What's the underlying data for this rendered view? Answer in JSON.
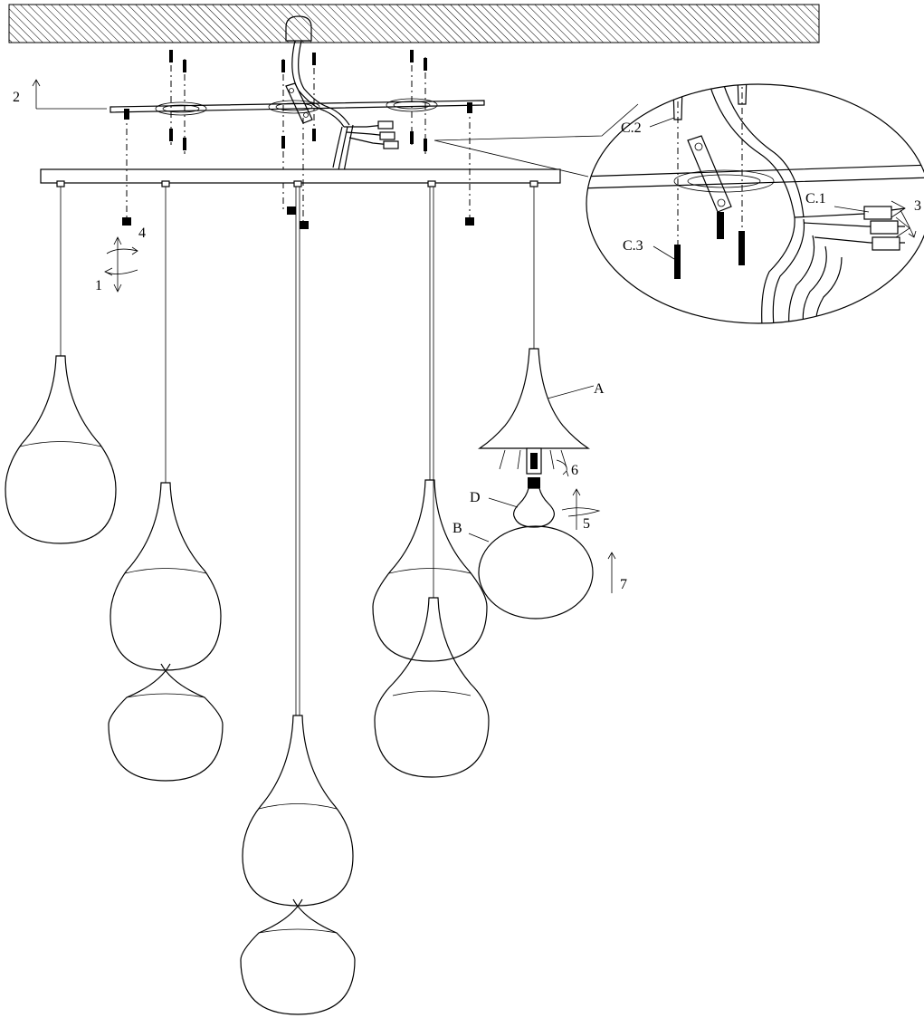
{
  "labels": {
    "step1": "1",
    "step2": "2",
    "step3": "3",
    "step4": "4",
    "step5": "5",
    "step6": "6",
    "step7": "7",
    "partA": "A",
    "partB": "B",
    "partD": "D",
    "partC1": "C.1",
    "partC2": "C.2",
    "partC3": "C.3"
  }
}
